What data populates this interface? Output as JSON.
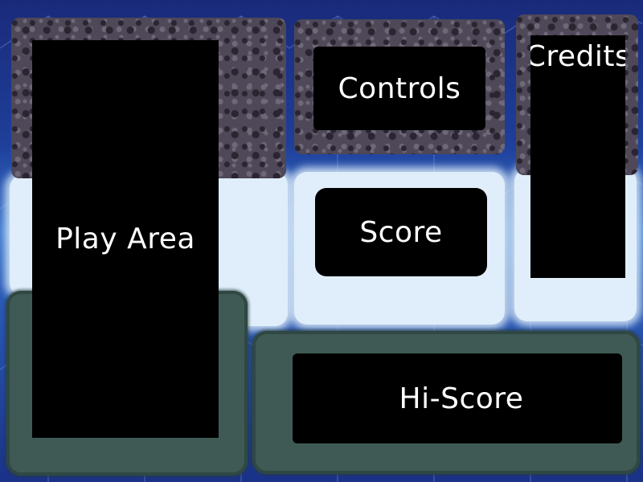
{
  "panels": {
    "play_area": "Play Area",
    "controls": "Controls",
    "credits": "Credits",
    "score": "Score",
    "hi_score": "Hi-Score"
  },
  "colors": {
    "panel_background": "#000000",
    "rock_frame": "#4e4858",
    "cloud_frame": "#dfeefa",
    "vine_frame": "#3f5a55",
    "background_top": "#1a2a7a",
    "background_glow": "#3a78d0"
  }
}
